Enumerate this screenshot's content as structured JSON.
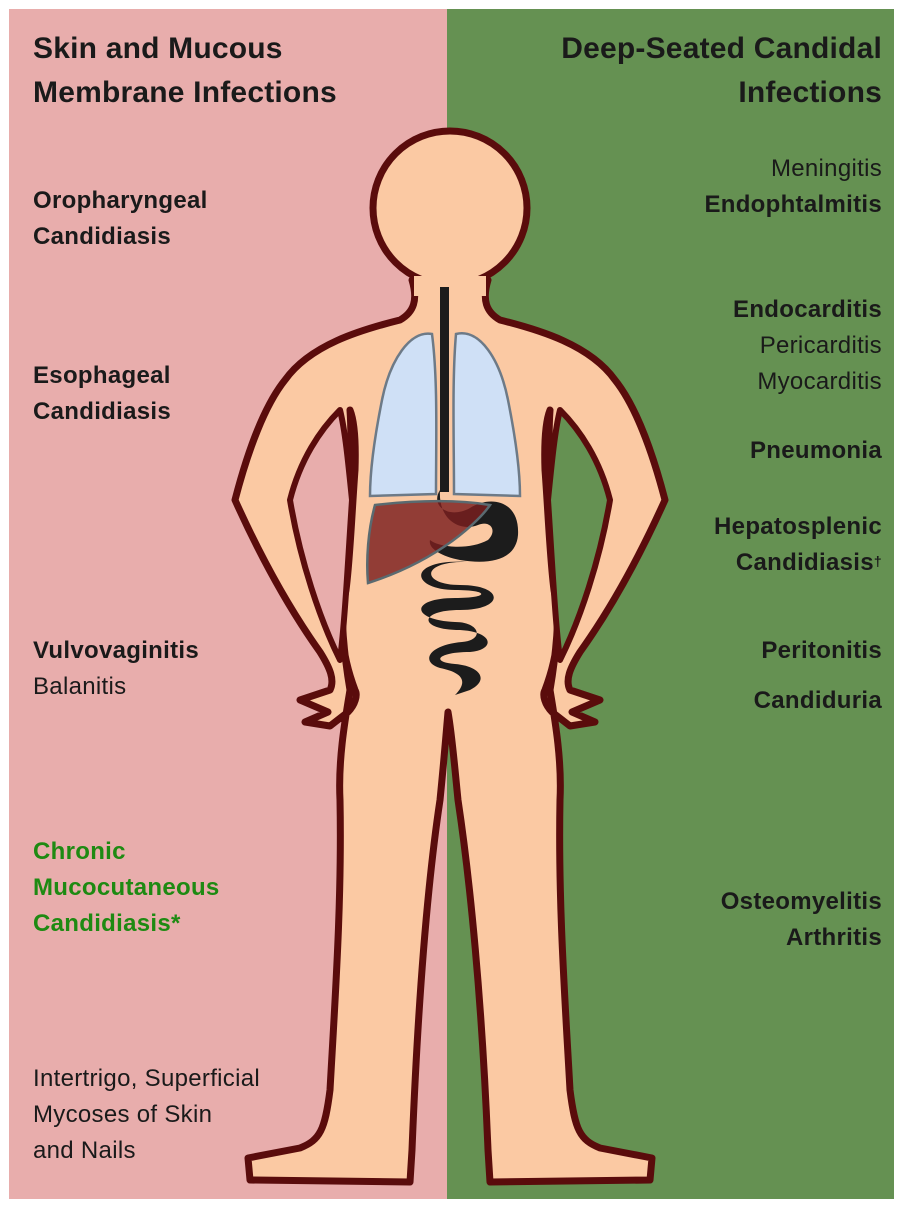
{
  "colors": {
    "left_panel": "#e8adac",
    "right_panel": "#659152",
    "skin": "#fbc9a3",
    "outline": "#5a0c0c",
    "lungs": "#cfe0f6",
    "liver": "#7a1f1f",
    "gut": "#1c1c1c",
    "highlight_text": "#1e8a12"
  },
  "left": {
    "heading_line1": "Skin and Mucous",
    "heading_line2": "Membrane Infections",
    "items": [
      {
        "line1": "Oropharyngeal",
        "line2": "Candidiasis"
      },
      {
        "line1": "Esophageal",
        "line2": "Candidiasis"
      },
      {
        "line1": "Vulvovaginitis",
        "line2": "Balanitis"
      },
      {
        "line1": "Chronic",
        "line2": "Mucocutaneous",
        "line3": "Candidiasis*"
      },
      {
        "line1": "Intertrigo, Superficial",
        "line2": "Mycoses of Skin",
        "line3": "and Nails"
      }
    ]
  },
  "right": {
    "heading_line1": "Deep-Seated Candidal",
    "heading_line2": "Infections",
    "items": [
      {
        "line1": "Meningitis",
        "line2": "Endophtalmitis"
      },
      {
        "line1": "Endocarditis",
        "line2": "Pericarditis",
        "line3": "Myocarditis"
      },
      {
        "line1": "Pneumonia"
      },
      {
        "line1": "Hepatosplenic",
        "line2": "Candidiasis",
        "mark": "†"
      },
      {
        "line1": "Peritonitis"
      },
      {
        "line1": "Candiduria"
      },
      {
        "line1": "Osteomyelitis",
        "line2": "Arthritis"
      }
    ]
  }
}
